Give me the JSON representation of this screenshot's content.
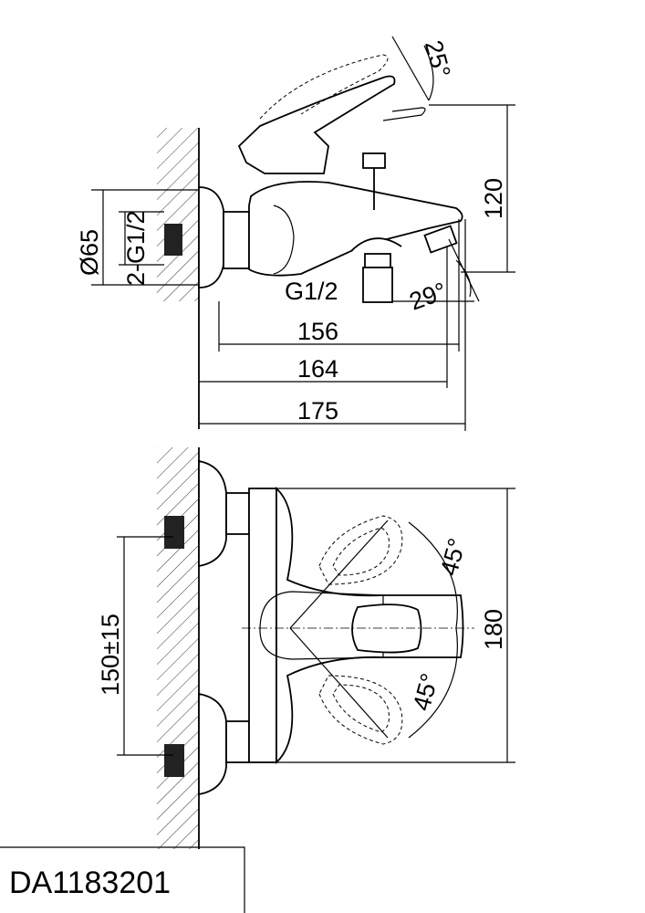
{
  "side_view": {
    "angle_top": "25°",
    "height": "120",
    "diameter": "Ø65",
    "inlet_thread": "2-G1/2",
    "outlet_thread": "G1/2",
    "angle_spout": "29°",
    "length_156": "156",
    "length_164": "164",
    "length_175": "175"
  },
  "top_view": {
    "angle_upper": "45°",
    "angle_lower": "45°",
    "depth": "180",
    "center_distance": "150±15"
  },
  "model_number": "DA1183201"
}
